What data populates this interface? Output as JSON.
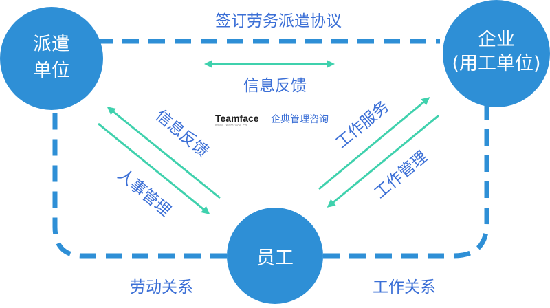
{
  "nodes": {
    "dispatch": {
      "line1": "派遣",
      "line2": "单位"
    },
    "enterprise": {
      "line1": "企业",
      "line2": "(用工单位)"
    },
    "employee": {
      "label": "员工"
    }
  },
  "relations": {
    "top": "签订劳务派遣协议",
    "middle": "信息反馈",
    "left_upper": "信息反馈",
    "left_lower": "人事管理",
    "right_upper": "工作服务",
    "right_lower": "工作管理",
    "bottom_left": "劳动关系",
    "bottom_right": "工作关系"
  },
  "brand": {
    "name": "Teamface",
    "url": "www.teamface.cn",
    "tagline": "企典管理咨询"
  },
  "colors": {
    "node": "#2e8fd6",
    "dash": "#2e8fd6",
    "arrow": "#3fd1ad",
    "label": "#3b6fd6"
  }
}
